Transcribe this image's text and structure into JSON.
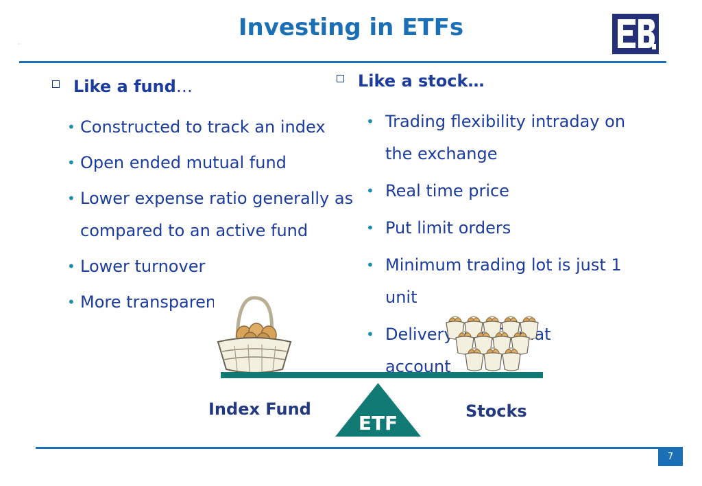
{
  "slide": {
    "title": "Investing in ETFs",
    "page_number": "7"
  },
  "left_column": {
    "heading_bold": "Like a fund",
    "heading_suffix": "…",
    "items": [
      "Constructed to track an index",
      "Open ended mutual fund",
      "Lower expense ratio generally as compared to an active fund",
      "Lower turnover",
      "More transparent"
    ]
  },
  "right_column": {
    "heading": "Like a stock…",
    "items": [
      "Trading flexibility intraday on the exchange",
      "Real time price",
      "Put limit orders",
      "Minimum trading lot is just 1 unit",
      "Delivery into Demat account"
    ]
  },
  "diagram": {
    "fulcrum_label": "ETF",
    "left_label": "Index Fund",
    "right_label": "Stocks"
  },
  "colors": {
    "title": "#1a6fb5",
    "text": "#1b3c9e",
    "beam": "#117a74",
    "logo": "#25307a"
  },
  "icons": {
    "logo": "sebi-logo",
    "basket": "egg-basket-icon",
    "eggs": "egg-baskets-group-icon"
  }
}
